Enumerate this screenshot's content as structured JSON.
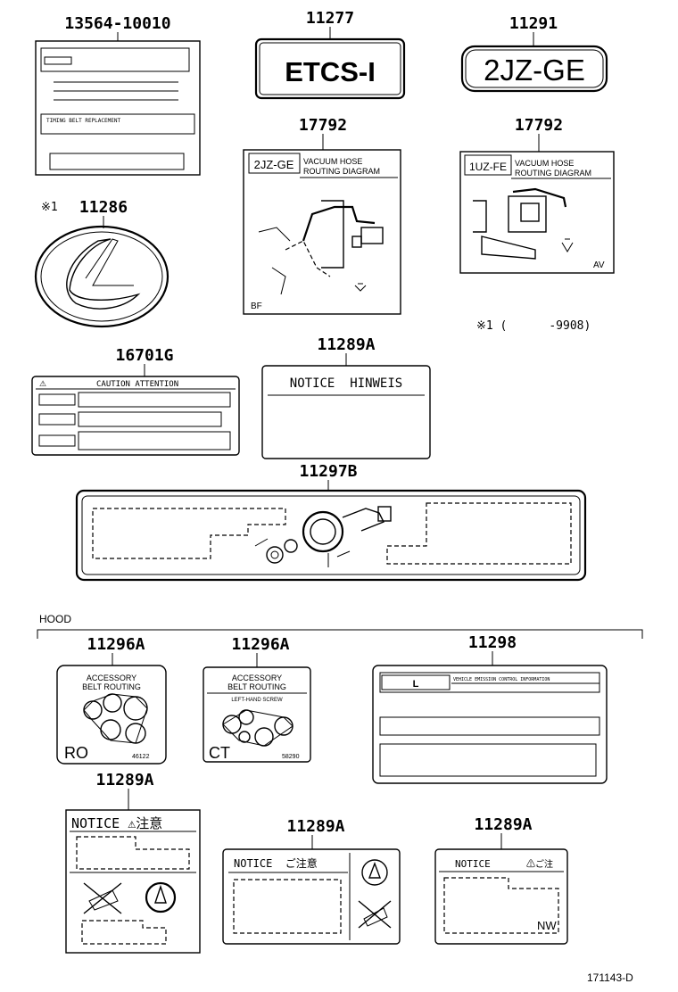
{
  "parts": {
    "p_13564": "13564-10010",
    "p_11277": "11277",
    "p_11291": "11291",
    "p_17792a": "17792",
    "p_17792b": "17792",
    "p_11286": "11286",
    "p_16701g": "16701G",
    "p_11289a_top": "11289A",
    "p_11297b": "11297B",
    "p_11296a_1": "11296A",
    "p_11296a_2": "11296A",
    "p_11298": "11298",
    "p_11289a_2": "11289A",
    "p_11289a_3": "11289A",
    "p_11289a_4": "11289A"
  },
  "notes": {
    "ref_mark_11286": "※1",
    "footnote": "※1 (      -9908)",
    "section_hood": "HOOD",
    "figure_code": "171143-D"
  },
  "labels": {
    "timing_belt": "TIMING BELT REPLACEMENT",
    "etcs": "ETCS-I",
    "engine_2jz": "2JZ-GE",
    "vac_2jz_code": "2JZ-GE",
    "vac_2jz_title1": "VACUUM  HOSE",
    "vac_2jz_title2": "ROUTING  DIAGRAM",
    "vac_2jz_corner": "BF",
    "vac_1uz_code": "1UZ-FE",
    "vac_1uz_title1": "VACUUM  HOSE",
    "vac_1uz_title2": "ROUTING DIAGRAM",
    "vac_1uz_corner": "AV",
    "caution_attention": "CAUTION  ATTENTION",
    "notice_hinweis": "NOTICE  HINWEIS",
    "belt1_title1": "ACCESSORY",
    "belt1_title2": "BELT ROUTING",
    "belt1_code": "RO",
    "belt1_num": "46122",
    "belt2_title1": "ACCESSORY",
    "belt2_title2": "BELT ROUTING",
    "belt2_sub": "LEFT-HAND SCREW",
    "belt2_code": "CT",
    "belt2_num": "58290",
    "emission_l1": "VEHICLE EMISSION CONTROL INFORMATION",
    "notice_a": "NOTICE ⚠注意",
    "notice_b": "NOTICE  ご注意",
    "notice_c": "NOTICE",
    "notice_c_jp": "⚠ご注",
    "notice_c_code": "NW"
  }
}
